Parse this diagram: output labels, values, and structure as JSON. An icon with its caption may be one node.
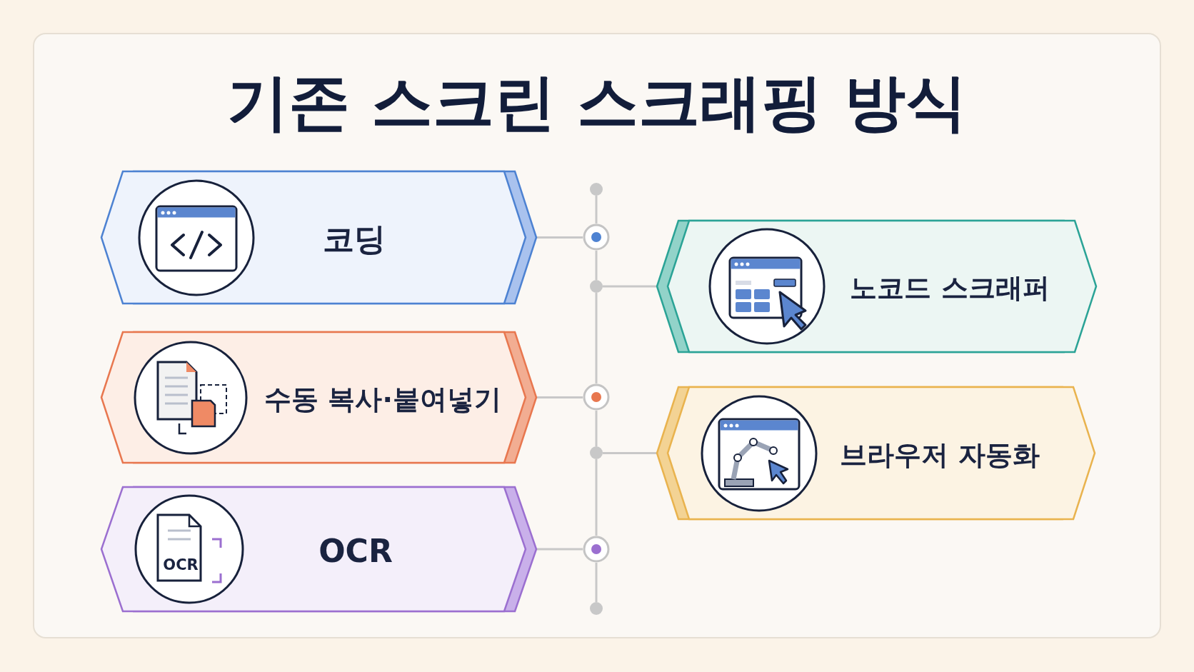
{
  "diagram": {
    "title": "기존 스크린 스크래핑 방식",
    "nodes": [
      {
        "text": [
          "코딩"
        ]
      },
      {
        "text": [
          "수동 복사·붙여넣기"
        ]
      },
      {
        "text": [
          "OCR",
          "OCR"
        ]
      },
      {
        "text": [
          "노코드 스크래퍼"
        ]
      },
      {
        "text": [
          "브라우저 자동화"
        ]
      },
      {
        "text": [],
        "shape": "circle"
      },
      {
        "text": [],
        "shape": "circle"
      },
      {
        "text": [],
        "shape": "circle"
      },
      {
        "text": [],
        "shape": "circle"
      },
      {
        "text": [],
        "shape": "circle"
      },
      {
        "text": [],
        "shape": "circle"
      },
      {
        "text": [],
        "shape": "circle"
      }
    ],
    "edges": [
      {
        "from": 0,
        "to": 6,
        "arrow": "none"
      },
      {
        "from": 3,
        "to": 7,
        "arrow": "none"
      },
      {
        "from": 1,
        "to": 8,
        "arrow": "none"
      },
      {
        "from": 4,
        "to": 9,
        "arrow": "none"
      },
      {
        "from": 2,
        "to": 10,
        "arrow": "none"
      },
      {
        "from": 5,
        "to": 6,
        "arrow": "none"
      },
      {
        "from": 6,
        "to": 7,
        "arrow": "none"
      },
      {
        "from": 7,
        "to": 8,
        "arrow": "none"
      },
      {
        "from": 8,
        "to": 9,
        "arrow": "none"
      },
      {
        "from": 9,
        "to": 10,
        "arrow": "none"
      },
      {
        "from": 10,
        "to": 11,
        "arrow": "none"
      }
    ]
  }
}
